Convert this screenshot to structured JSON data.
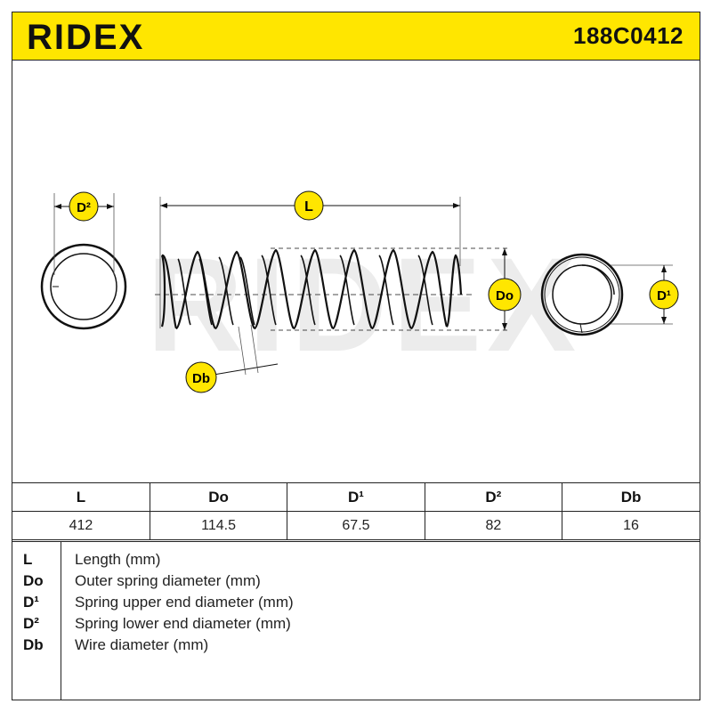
{
  "header": {
    "brand": "RIDEX",
    "part_number": "188C0412",
    "brand_color": "#ffe600"
  },
  "diagram": {
    "labels": {
      "length": "L",
      "outer_diameter": "Do",
      "upper_end_diameter": "D¹",
      "lower_end_diameter": "D²",
      "wire_diameter": "Db"
    },
    "watermark": "RIDEX"
  },
  "dimensions": {
    "headers": [
      "L",
      "Do",
      "D¹",
      "D²",
      "Db"
    ],
    "values": [
      "412",
      "114.5",
      "67.5",
      "82",
      "16"
    ]
  },
  "legend": [
    {
      "code": "L",
      "description": "Length (mm)"
    },
    {
      "code": "Do",
      "description": "Outer spring diameter (mm)"
    },
    {
      "code": "D¹",
      "description": "Spring upper end diameter (mm)"
    },
    {
      "code": "D²",
      "description": "Spring lower end diameter (mm)"
    },
    {
      "code": "Db",
      "description": "Wire diameter (mm)"
    }
  ]
}
